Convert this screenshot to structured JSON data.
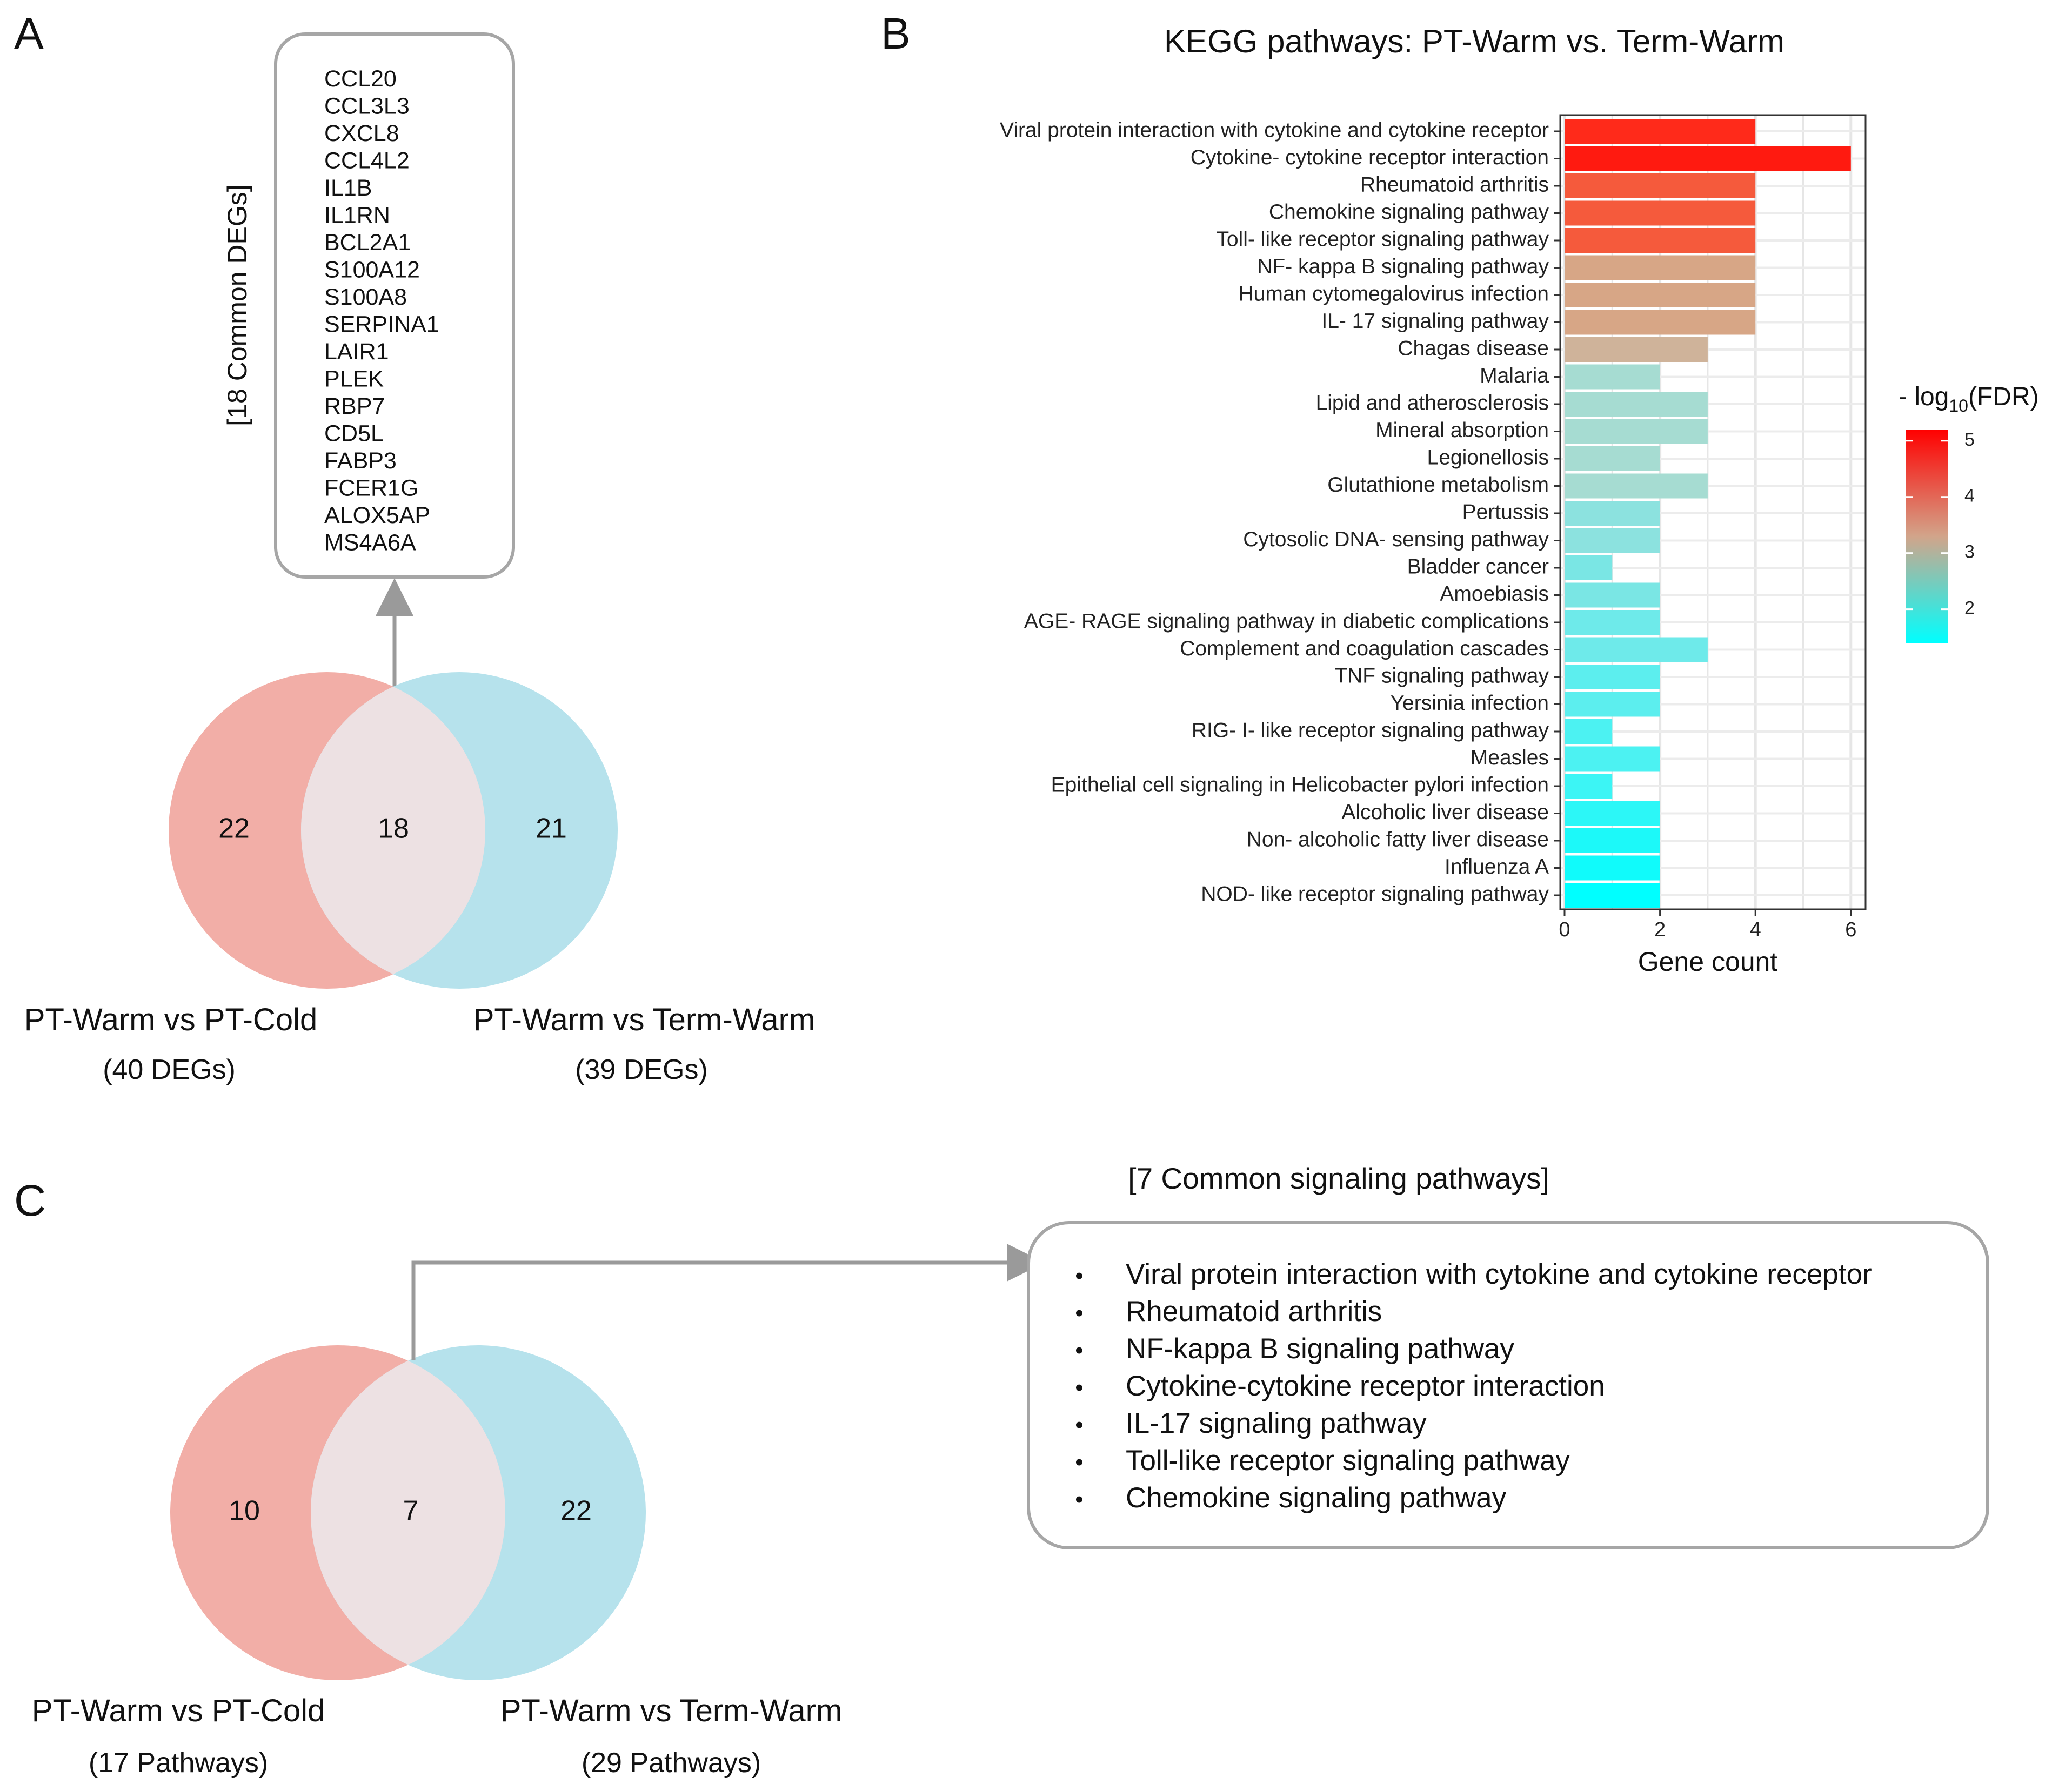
{
  "panels": {
    "a": "A",
    "b": "B",
    "c": "C"
  },
  "panel_a": {
    "box_title": "[18 Common DEGs]",
    "genes": [
      "CCL20",
      "CCL3L3",
      "CXCL8",
      "CCL4L2",
      "IL1B",
      "IL1RN",
      "BCL2A1",
      "S100A12",
      "S100A8",
      "SERPINA1",
      "LAIR1",
      "PLEK",
      "RBP7",
      "CD5L",
      "FABP3",
      "FCER1G",
      "ALOX5AP",
      "MS4A6A"
    ],
    "venn": {
      "left_only": "22",
      "overlap": "18",
      "right_only": "21",
      "left_label": "PT-Warm vs PT-Cold",
      "left_sub": "(40 DEGs)",
      "right_label": "PT-Warm vs Term-Warm",
      "right_sub": "(39 DEGs)",
      "left_color": "#f2aea7",
      "right_color": "#b6e2ec",
      "overlap_color": "#ede1e3"
    }
  },
  "panel_c": {
    "box_title": "[7 Common signaling pathways]",
    "bullet_char": "•",
    "pathways": [
      "Viral protein interaction with cytokine and cytokine receptor",
      "Rheumatoid arthritis",
      "NF-kappa B signaling pathway",
      "Cytokine-cytokine receptor interaction",
      "IL-17 signaling pathway",
      "Toll-like receptor signaling pathway",
      "Chemokine signaling pathway"
    ],
    "venn": {
      "left_only": "10",
      "overlap": "7",
      "right_only": "22",
      "left_label": "PT-Warm vs PT-Cold",
      "left_sub": "(17 Pathways)",
      "right_label": "PT-Warm vs Term-Warm",
      "right_sub": "(29 Pathways)"
    }
  },
  "chart_data": {
    "type": "bar",
    "orientation": "horizontal",
    "title": "KEGG pathways: PT-Warm vs. Term-Warm",
    "xlabel": "Gene count",
    "ylabel": "",
    "xlim": [
      0,
      6.25
    ],
    "xticks": [
      0,
      2,
      4,
      6
    ],
    "grid": true,
    "legend": {
      "title_prefix": "- log",
      "title_sub": "10",
      "title_suffix": "(FDR)",
      "ticks": [
        2,
        3,
        4,
        5
      ],
      "range": [
        1.4,
        5.2
      ],
      "gradient": [
        "#00ffff",
        "#d2a48a",
        "#ff0000"
      ],
      "placement": "right"
    },
    "categories": [
      "Viral protein interaction with cytokine and cytokine receptor",
      "Cytokine- cytokine receptor interaction",
      "Rheumatoid arthritis",
      "Chemokine signaling pathway",
      "Toll- like receptor signaling pathway",
      "NF- kappa B signaling pathway",
      "Human cytomegalovirus infection",
      "IL- 17 signaling pathway",
      "Chagas disease",
      "Malaria",
      "Lipid and atherosclerosis",
      "Mineral absorption",
      "Legionellosis",
      "Glutathione metabolism",
      "Pertussis",
      "Cytosolic DNA- sensing pathway",
      "Bladder cancer",
      "Amoebiasis",
      "AGE- RAGE signaling pathway in diabetic complications",
      "Complement and coagulation cascades",
      "TNF signaling pathway",
      "Yersinia infection",
      "RIG- I- like receptor signaling pathway",
      "Measles",
      "Epithelial cell signaling in Helicobacter pylori infection",
      "Alcoholic liver disease",
      "Non- alcoholic fatty liver disease",
      "Influenza A",
      "NOD- like receptor signaling pathway"
    ],
    "values": [
      4,
      6,
      4,
      4,
      4,
      4,
      4,
      4,
      3,
      2,
      3,
      3,
      2,
      3,
      2,
      2,
      1,
      2,
      2,
      3,
      2,
      2,
      1,
      2,
      1,
      2,
      2,
      2,
      2
    ],
    "colors": [
      "#ff2a1a",
      "#ff1a10",
      "#f55a3c",
      "#f55a3c",
      "#f55a3c",
      "#d7a686",
      "#d7a686",
      "#d7a686",
      "#cfb39a",
      "#a6dcd2",
      "#a6dcd2",
      "#a6dcd2",
      "#a6dcd2",
      "#a6dcd2",
      "#8ce2df",
      "#8ce2df",
      "#7ae6e4",
      "#7ae6e4",
      "#6eeaea",
      "#6eeaea",
      "#5ceeee",
      "#5ceeee",
      "#4cf2f2",
      "#4cf2f2",
      "#3cf5f5",
      "#2cf7f7",
      "#1cf9f9",
      "#10fbfb",
      "#00ffff"
    ]
  }
}
